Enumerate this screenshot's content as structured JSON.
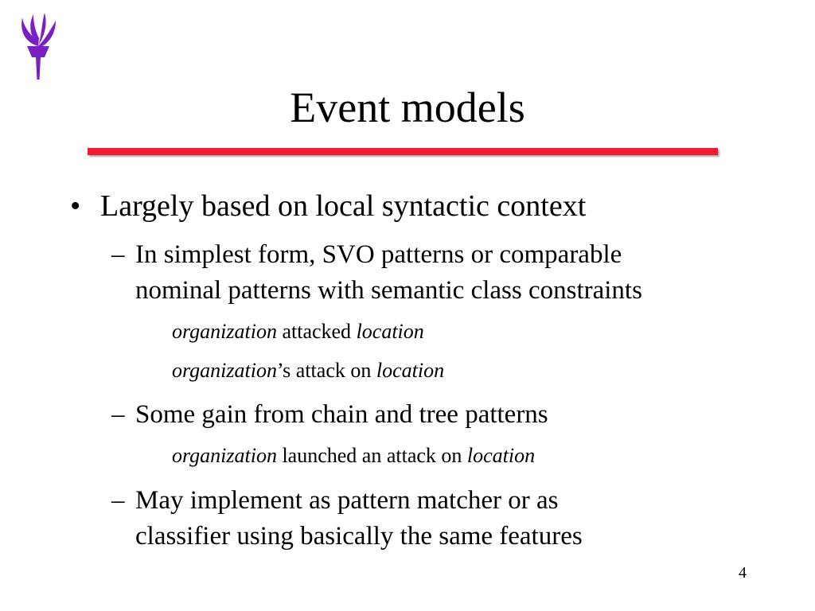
{
  "slide": {
    "title": "Event models",
    "page_number": "4",
    "accent_color": "#ee1c2e",
    "logo_icon": "torch-icon",
    "logo_color": "#7a1fc4",
    "bullet_symbol": "•",
    "dash_symbol": "–",
    "bullets": [
      {
        "text": "Largely based on local syntactic context"
      }
    ],
    "sub_bullets": [
      {
        "line1": "In simplest form, SVO patterns or comparable",
        "line2": "nominal patterns with semantic class constraints"
      },
      {
        "line1": "Some gain from chain and tree patterns"
      },
      {
        "line1": "May implement as pattern matcher or as",
        "line2": "classifier using basically the same features"
      }
    ],
    "examples": [
      {
        "arg1": "organization",
        "mid": " attacked ",
        "arg2": "location"
      },
      {
        "arg1": "organization",
        "mid": "’s attack on ",
        "arg2": "location"
      },
      {
        "arg1": "organization",
        "mid": " launched an attack on ",
        "arg2": "location"
      }
    ]
  }
}
